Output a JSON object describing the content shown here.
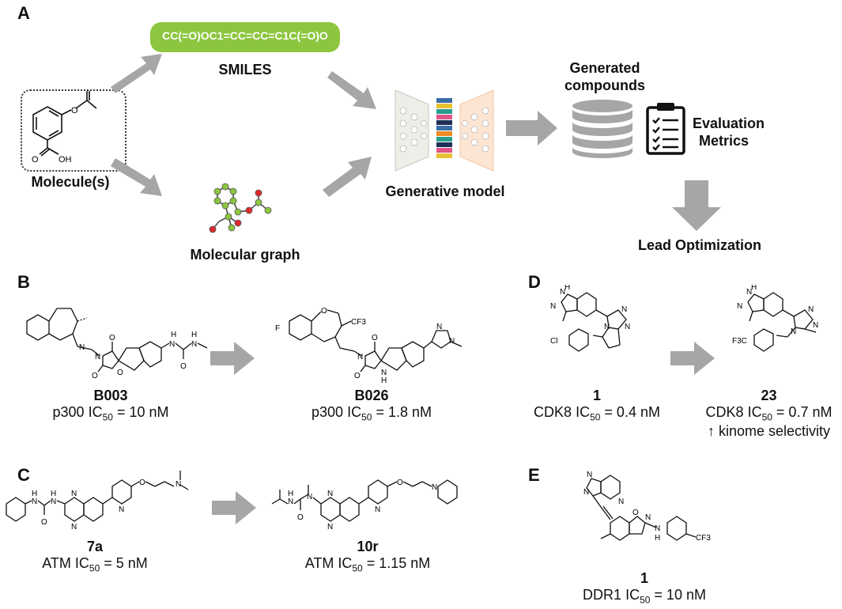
{
  "panels": {
    "a": "A",
    "b": "B",
    "c": "C",
    "d": "D",
    "e": "E"
  },
  "panel_a": {
    "smiles_string": "CC(=O)OC1=CC=CC=C1C(=O)O",
    "smiles_label": "SMILES",
    "molecule_label": "Molecule(s)",
    "graph_label": "Molecular graph",
    "model_label": "Generative model",
    "generated_label_1": "Generated",
    "generated_label_2": "compounds",
    "eval_label_1": "Evaluation",
    "eval_label_2": "Metrics",
    "lead_label": "Lead Optimization",
    "aspirin_atoms": {
      "o1": "O",
      "o2": "O",
      "o3": "O",
      "oh": "OH"
    },
    "colors": {
      "smiles_pill": "#8cc63f",
      "arrow": "#a6a6a6",
      "node_green": "#8cc63f",
      "node_red": "#e0282c",
      "encoder": "#eceee8",
      "decoder": "#fde5d3"
    }
  },
  "panel_b": {
    "c1": {
      "name": "B003",
      "target": "p300",
      "ic_prefix": "IC",
      "ic_sub": "50",
      "value": " = 10 nM"
    },
    "c2": {
      "name": "B026",
      "target": "p300",
      "ic_prefix": "IC",
      "ic_sub": "50",
      "value": " = 1.8 nM"
    },
    "atoms": {
      "n": "N",
      "o": "O",
      "h": "H",
      "f": "F",
      "cf3": "CF3"
    }
  },
  "panel_c": {
    "c1": {
      "name": "7a",
      "target": "ATM",
      "ic_prefix": "IC",
      "ic_sub": "50",
      "value": " = 5 nM"
    },
    "c2": {
      "name": "10r",
      "target": "ATM",
      "ic_prefix": "IC",
      "ic_sub": "50",
      "value": " = 1.15 nM"
    },
    "atoms": {
      "n": "N",
      "o": "O",
      "h": "H"
    }
  },
  "panel_d": {
    "c1": {
      "name": "1",
      "target": "CDK8",
      "ic_prefix": "IC",
      "ic_sub": "50",
      "value": " = 0.4 nM"
    },
    "c2": {
      "name": "23",
      "target": "CDK8",
      "ic_prefix": "IC",
      "ic_sub": "50",
      "value": " = 0.7 nM",
      "extra": "↑ kinome selectivity"
    },
    "atoms": {
      "n": "N",
      "h": "H",
      "cl": "Cl",
      "f3c": "F3C"
    }
  },
  "panel_e": {
    "c1": {
      "name": "1",
      "target": "DDR1",
      "ic_prefix": "IC",
      "ic_sub": "50",
      "value": " = 10 nM"
    },
    "atoms": {
      "n": "N",
      "o": "O",
      "h": "H",
      "cf3": "CF3"
    }
  }
}
